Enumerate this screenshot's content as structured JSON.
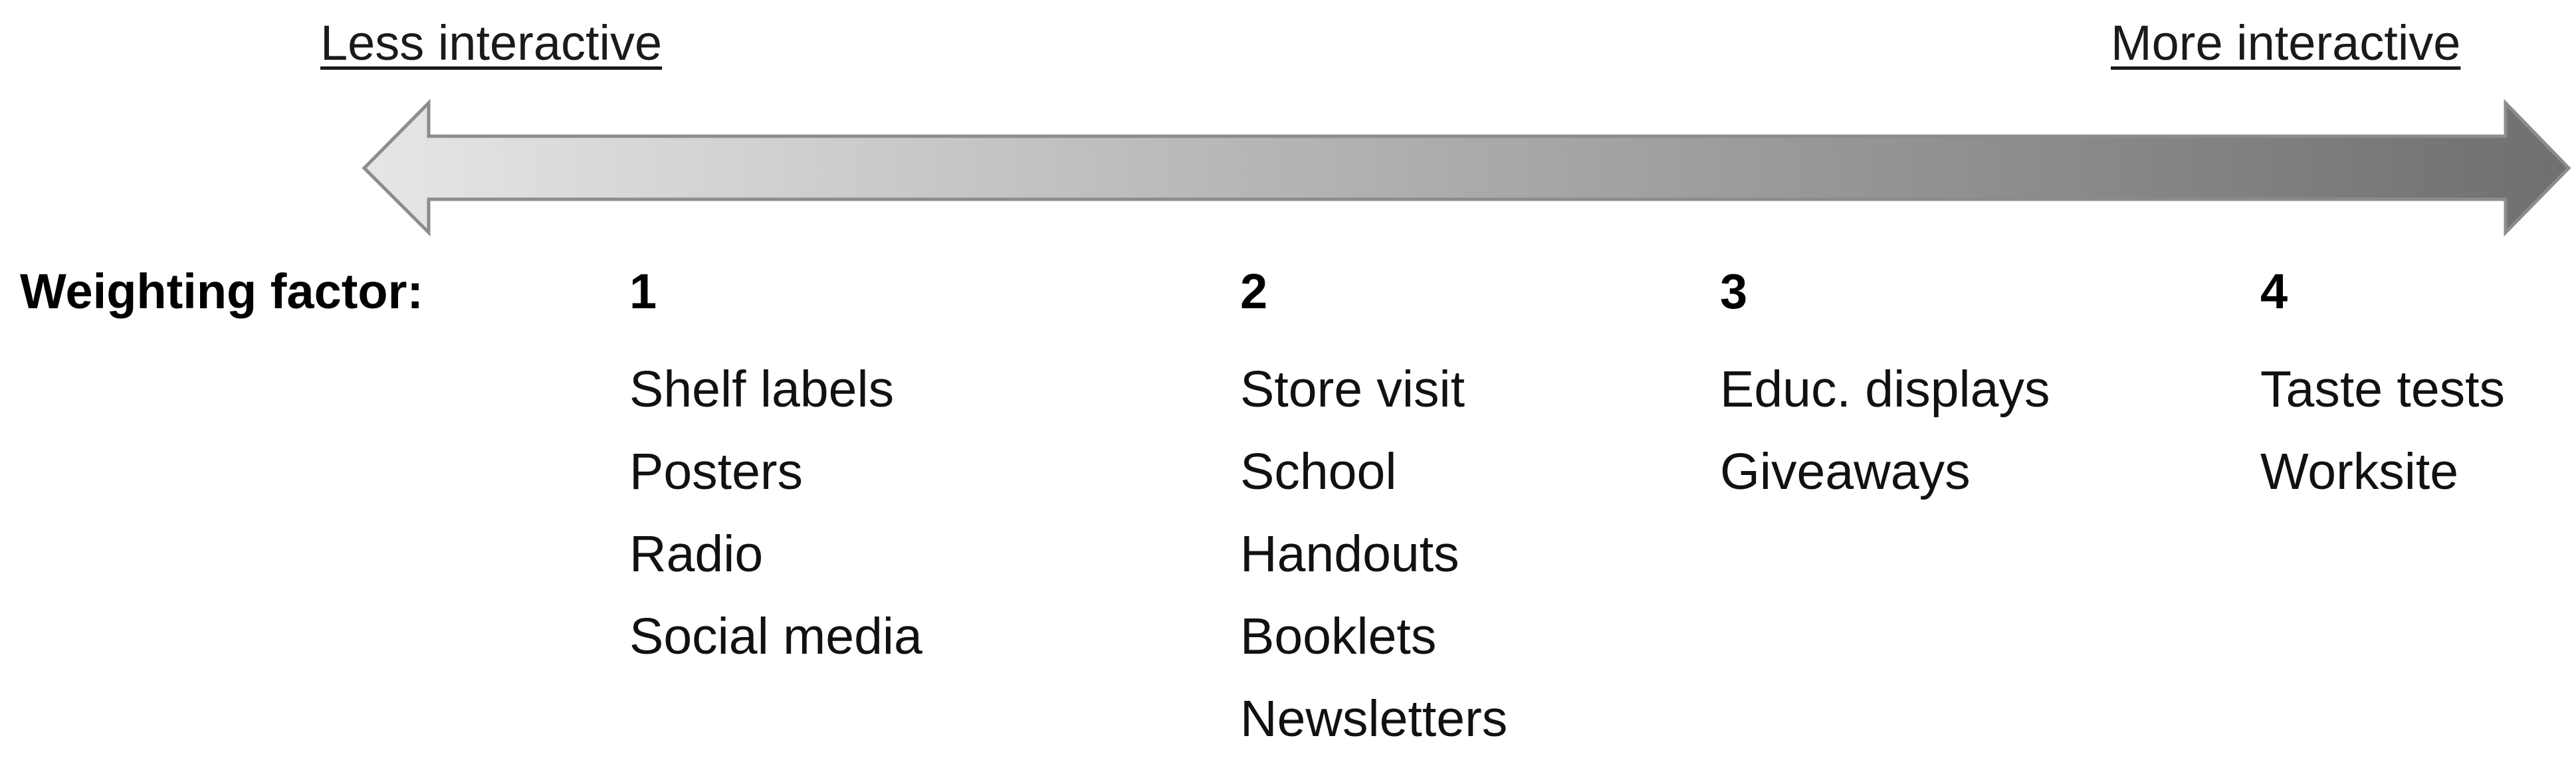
{
  "scale": {
    "left_label": "Less interactive",
    "right_label": "More interactive",
    "arrow_gradient": {
      "start": "#e6e6e6",
      "end": "#6f6f6f"
    }
  },
  "weighting_label": "Weighting factor:",
  "levels": [
    {
      "factor": "1",
      "items": [
        "Shelf labels",
        "Posters",
        "Radio",
        "Social media"
      ]
    },
    {
      "factor": "2",
      "items": [
        "Store visit",
        "School",
        "Handouts",
        "Booklets",
        "Newsletters"
      ]
    },
    {
      "factor": "3",
      "items": [
        "Educ. displays",
        "Giveaways"
      ]
    },
    {
      "factor": "4",
      "items": [
        "Taste tests",
        "Worksite"
      ]
    }
  ]
}
